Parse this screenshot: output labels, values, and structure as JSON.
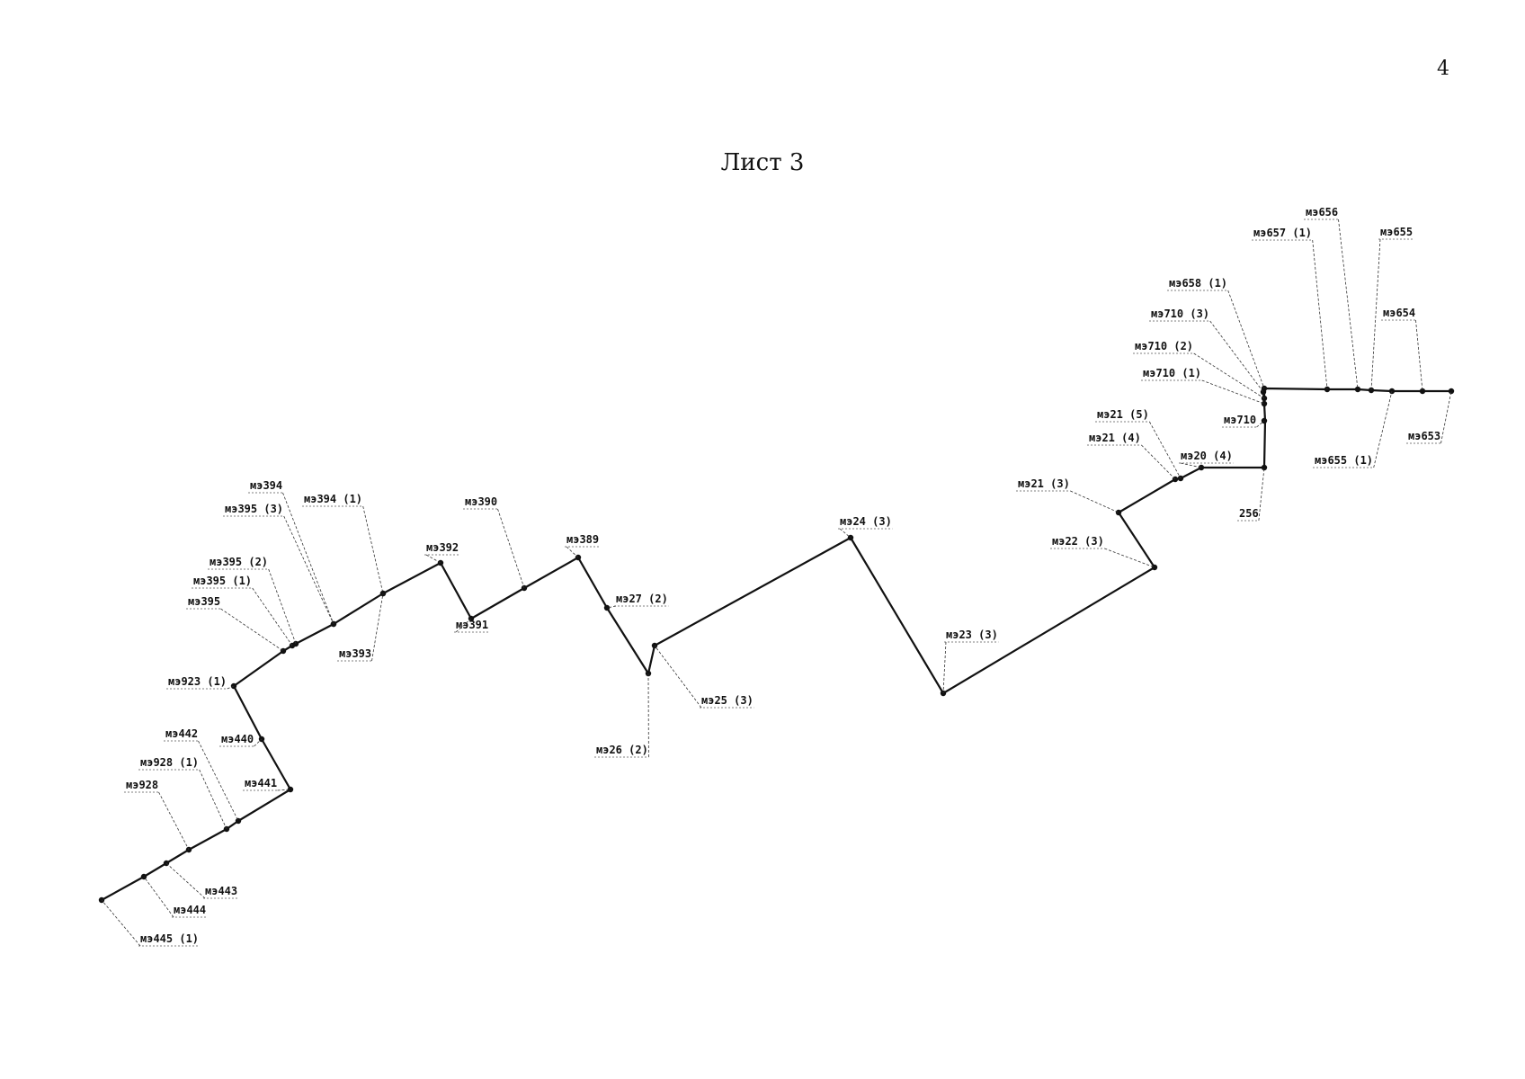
{
  "page_number": "4",
  "sheet_title": "Лист 3",
  "labels": [
    "мэ445 (1)",
    "мэ444",
    "мэ443",
    "мэ928",
    "мэ928 (1)",
    "мэ442",
    "мэ441",
    "мэ440",
    "мэ923 (1)",
    "мэ395",
    "мэ395 (1)",
    "мэ395 (2)",
    "мэ395 (3)",
    "мэ394",
    "мэ394 (1)",
    "мэ393",
    "мэ392",
    "мэ391",
    "мэ390",
    "мэ389",
    "мэ27 (2)",
    "мэ26 (2)",
    "мэ25 (3)",
    "мэ24 (3)",
    "мэ23 (3)",
    "мэ22 (3)",
    "мэ21 (3)",
    "мэ21 (4)",
    "мэ21 (5)",
    "мэ20 (4)",
    "256",
    "мэ710",
    "мэ710 (1)",
    "мэ710 (2)",
    "мэ710 (3)",
    "мэ658 (1)",
    "мэ657 (1)",
    "мэ656",
    "мэ655",
    "мэ654",
    "мэ655 (1)",
    "мэ653"
  ]
}
